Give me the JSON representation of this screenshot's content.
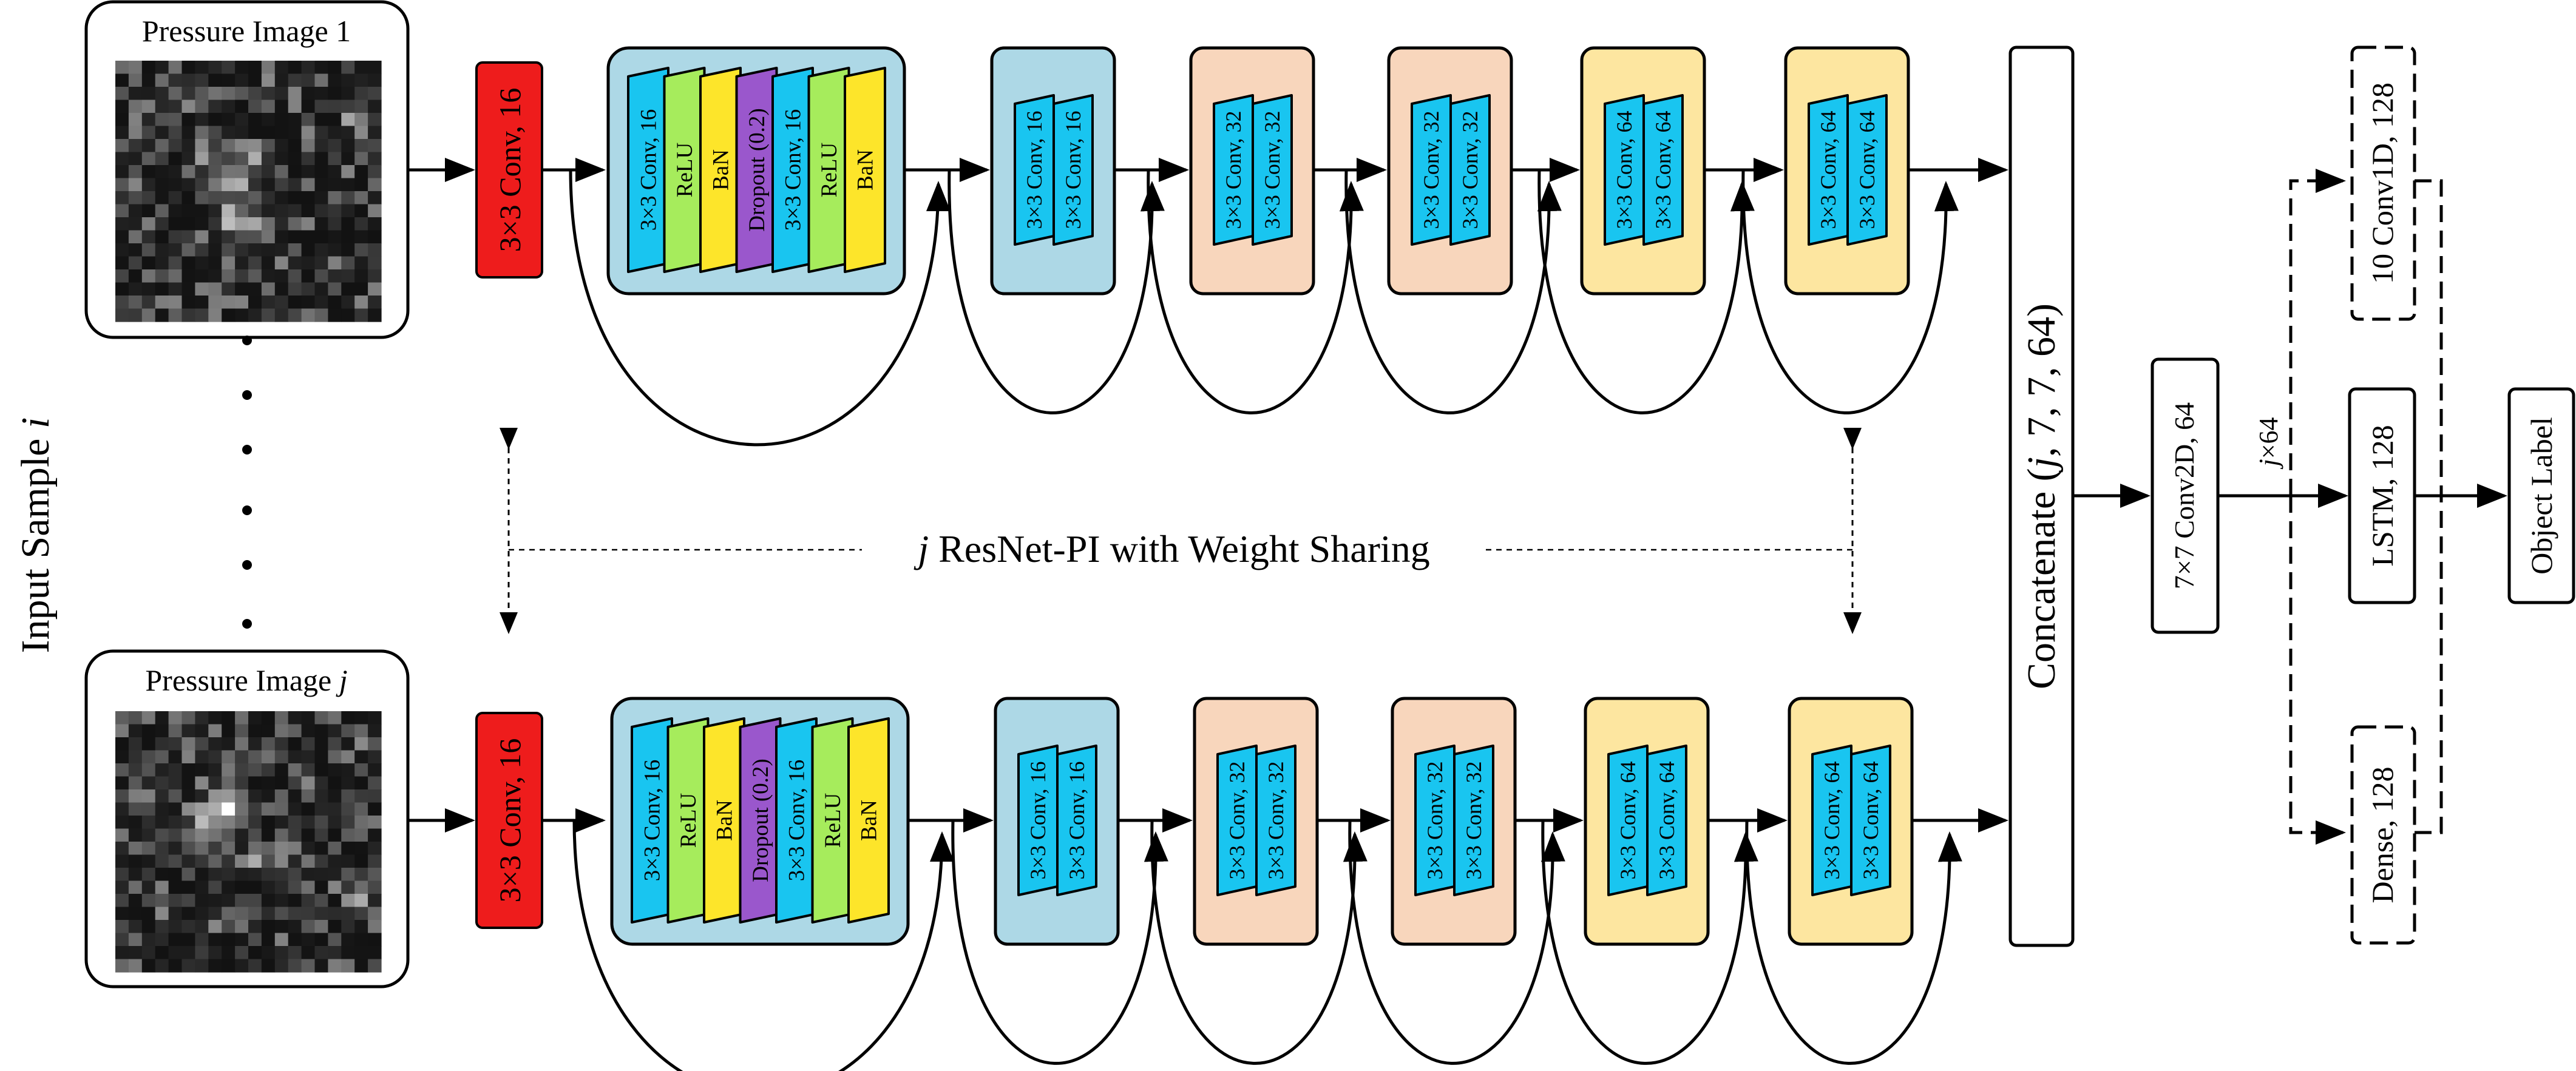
{
  "input_sample": {
    "prefix": "Input Sample ",
    "var": "i"
  },
  "pressure_images": [
    {
      "prefix": "Pressure Image ",
      "suffix": "1",
      "suffix_italic": false
    },
    {
      "prefix": "Pressure Image ",
      "suffix": "j",
      "suffix_italic": true
    }
  ],
  "first_conv_label": "3×3 Conv, 16",
  "res_block1_layers": [
    {
      "label": "3×3 Conv, 16",
      "kind": "conv"
    },
    {
      "label": "ReLU",
      "kind": "relu"
    },
    {
      "label": "BaN",
      "kind": "bn"
    },
    {
      "label": "Dropout (0.2)",
      "kind": "dropout"
    },
    {
      "label": "3×3 Conv, 16",
      "kind": "conv"
    },
    {
      "label": "ReLU",
      "kind": "relu"
    },
    {
      "label": "BaN",
      "kind": "bn"
    }
  ],
  "res_blocks": [
    {
      "labels": [
        "3×3 Conv, 16",
        "3×3 Conv, 16"
      ],
      "bg": "blue"
    },
    {
      "labels": [
        "3×3 Conv, 32",
        "3×3 Conv, 32"
      ],
      "bg": "peach"
    },
    {
      "labels": [
        "3×3 Conv, 32",
        "3×3 Conv, 32"
      ],
      "bg": "peach"
    },
    {
      "labels": [
        "3×3 Conv, 64",
        "3×3 Conv, 64"
      ],
      "bg": "yellow"
    },
    {
      "labels": [
        "3×3 Conv, 64",
        "3×3 Conv, 64"
      ],
      "bg": "yellow"
    }
  ],
  "weight_sharing": {
    "var": "j",
    "text": " ResNet-PI with Weight Sharing"
  },
  "concatenate": {
    "prefix": "Concatenate (",
    "var": "j",
    "suffix": ", 7, 7, 64)"
  },
  "conv2d_label": "7×7 Conv2D, 64",
  "multiplier": {
    "var": "j",
    "text": "×64"
  },
  "alternatives": {
    "conv1d": "10 Conv1D, 128",
    "lstm": "LSTM, 128",
    "dense": "Dense, 128"
  },
  "output_label": "Object Label",
  "colors": {
    "first_conv": "#ee1c1c",
    "block_blue_bg": "#add8e6",
    "block_peach_bg": "#f8d6bc",
    "block_yellow_bg": "#fde6a0",
    "conv": "#19c5f0",
    "relu": "#a6ec5c",
    "bn": "#fde52a",
    "dropout": "#9a57cc"
  }
}
